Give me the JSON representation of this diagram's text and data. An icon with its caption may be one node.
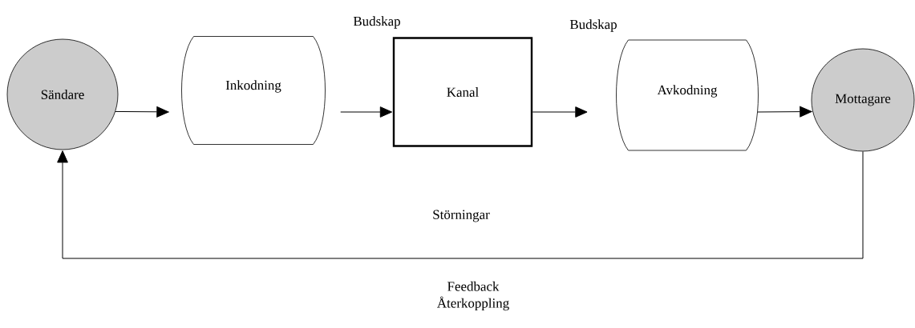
{
  "diagram": {
    "nodes": [
      {
        "text": [
          "Sändare"
        ]
      },
      {
        "text": [
          "Inkodning"
        ]
      },
      {
        "text": [
          "Kanal"
        ]
      },
      {
        "text": [
          "Avkodning"
        ]
      },
      {
        "text": [
          "Mottagare"
        ]
      }
    ],
    "edges": [
      {
        "from": 0,
        "to": 1,
        "arrow": "to"
      },
      {
        "from": 1,
        "to": 2,
        "arrow": "to"
      },
      {
        "from": 2,
        "to": 3,
        "arrow": "to"
      },
      {
        "from": 3,
        "to": 4,
        "arrow": "to"
      },
      {
        "from": 4,
        "to": 0,
        "arrow": "to",
        "label": "Feedback Återkoppling"
      }
    ],
    "labels": [
      "Budskap",
      "Budskap",
      "Störningar"
    ]
  }
}
